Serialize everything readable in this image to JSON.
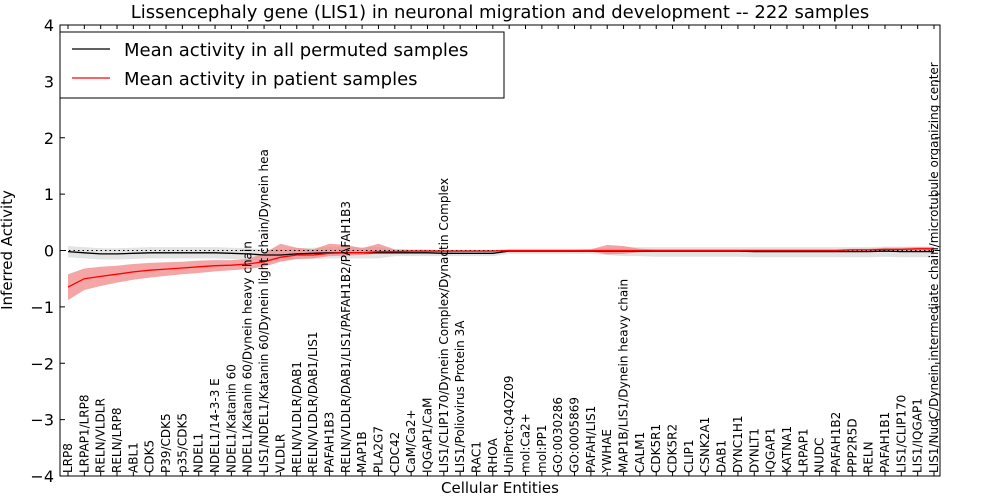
{
  "chart_data": {
    "type": "line",
    "title": "Lissencephaly gene (LIS1) in neuronal migration and development -- 222 samples",
    "xlabel": "Cellular Entities",
    "ylabel": "Inferred Activity",
    "ylim": [
      -4,
      4
    ],
    "yticks": [
      "−4",
      "−3",
      "−2",
      "−1",
      "0",
      "1",
      "2",
      "3",
      "4"
    ],
    "grid": false,
    "legend_position": "top-left",
    "colors": {
      "permuted": "#000000",
      "patient": "#ff0000",
      "permuted_band": "#cccccc",
      "patient_band": "#f08080"
    },
    "categories": [
      "LRP8",
      "LRPAP1/LRP8",
      "RELN/VLDLR",
      "RELN/LRP8",
      "ABL1",
      "CDK5",
      "P39/CDK5",
      "p35/CDK5",
      "NDEL1",
      "NDEL1/14-3-3 E",
      "NDEL1/Katanin 60",
      "NDEL1/Katanin 60/Dynein heavy chain",
      "LIS1/NDEL1/Katanin 60/Dynein light chain/Dynein hea",
      "VLDLR",
      "RELN/VLDLR/DAB1",
      "RELN/VLDLR/DAB1/LIS1",
      "PAFAH1B3",
      "RELN/VLDLR/DAB1/LIS1/PAFAH1B2/PAFAH1B3",
      "MAP1B",
      "PLA2G7",
      "CDC42",
      "CaM/Ca2+",
      "IQGAP1/CaM",
      "LIS1/CLIP170/Dynein Complex/Dynactin Complex",
      "LIS1/Poliovirus Protein 3A",
      "RAC1",
      "RHOA",
      "UniProt:Q4QZ09",
      "mol:Ca2+",
      "mol:PP1",
      "GO:0030286",
      "GO:0005869",
      "PAFAH/LIS1",
      "YWHAE",
      "MAP1B/LIS1/Dynein heavy chain",
      "CALM1",
      "CDK5R1",
      "CDK5R2",
      "CLIP1",
      "CSNK2A1",
      "DAB1",
      "DYNC1H1",
      "DYNLT1",
      "IQGAP1",
      "KATNA1",
      "LRPAP1",
      "NUDC",
      "PAFAH1B2",
      "PPP2R5D",
      "RELN",
      "PAFAH1B1",
      "LIS1/CLIP170",
      "LIS1/IQGAP1",
      "LIS1/NudC/Dynein intermediate chain/microtubule organizing center"
    ],
    "series": [
      {
        "name": "Mean activity in all permuted samples",
        "values": [
          -0.02,
          -0.04,
          -0.06,
          -0.06,
          -0.05,
          -0.04,
          -0.04,
          -0.04,
          -0.04,
          -0.04,
          -0.05,
          -0.06,
          -0.08,
          -0.08,
          -0.06,
          -0.05,
          -0.04,
          -0.04,
          -0.04,
          -0.04,
          -0.04,
          -0.04,
          -0.04,
          -0.05,
          -0.05,
          -0.05,
          -0.05,
          -0.01,
          -0.01,
          -0.01,
          -0.01,
          -0.01,
          -0.01,
          -0.01,
          -0.01,
          -0.01,
          -0.01,
          -0.01,
          -0.01,
          -0.01,
          -0.01,
          -0.01,
          -0.02,
          -0.02,
          -0.02,
          -0.02,
          -0.02,
          -0.02,
          -0.02,
          -0.02,
          -0.01,
          -0.02,
          -0.02,
          -0.02
        ],
        "lower": [
          -0.12,
          -0.14,
          -0.16,
          -0.16,
          -0.15,
          -0.14,
          -0.14,
          -0.14,
          -0.14,
          -0.14,
          -0.15,
          -0.16,
          -0.18,
          -0.18,
          -0.16,
          -0.15,
          -0.14,
          -0.14,
          -0.14,
          -0.14,
          -0.1,
          -0.1,
          -0.1,
          -0.1,
          -0.1,
          -0.1,
          -0.1,
          -0.06,
          -0.06,
          -0.06,
          -0.06,
          -0.06,
          -0.06,
          -0.08,
          -0.1,
          -0.1,
          -0.11,
          -0.11,
          -0.11,
          -0.11,
          -0.11,
          -0.11,
          -0.12,
          -0.12,
          -0.12,
          -0.12,
          -0.12,
          -0.12,
          -0.12,
          -0.12,
          -0.11,
          -0.12,
          -0.12,
          -0.12
        ],
        "upper": [
          0.08,
          0.06,
          0.04,
          0.04,
          0.05,
          0.06,
          0.06,
          0.06,
          0.06,
          0.06,
          0.05,
          0.04,
          0.02,
          0.02,
          0.04,
          0.05,
          0.06,
          0.06,
          0.06,
          0.06,
          0.02,
          0.02,
          0.02,
          0.0,
          0.0,
          0.0,
          0.0,
          0.03,
          0.03,
          0.03,
          0.03,
          0.03,
          0.03,
          0.05,
          0.06,
          0.06,
          0.06,
          0.06,
          0.06,
          0.06,
          0.06,
          0.06,
          0.06,
          0.06,
          0.06,
          0.06,
          0.06,
          0.06,
          0.06,
          0.06,
          0.07,
          0.07,
          0.07,
          0.07
        ]
      },
      {
        "name": "Mean activity in patient samples",
        "values": [
          -0.65,
          -0.5,
          -0.46,
          -0.42,
          -0.38,
          -0.35,
          -0.33,
          -0.31,
          -0.29,
          -0.27,
          -0.26,
          -0.24,
          -0.2,
          -0.12,
          -0.08,
          -0.08,
          -0.05,
          -0.04,
          -0.04,
          -0.02,
          -0.02,
          -0.01,
          -0.01,
          -0.01,
          -0.01,
          -0.01,
          -0.01,
          0.0,
          0.0,
          0.0,
          0.0,
          0.0,
          0.0,
          0.0,
          0.0,
          0.0,
          0.0,
          0.0,
          0.0,
          0.0,
          0.0,
          0.0,
          0.0,
          0.0,
          0.0,
          0.0,
          0.0,
          0.0,
          0.01,
          0.01,
          0.02,
          0.02,
          0.03,
          0.03
        ],
        "lower": [
          -0.88,
          -0.7,
          -0.63,
          -0.57,
          -0.52,
          -0.48,
          -0.45,
          -0.42,
          -0.4,
          -0.37,
          -0.35,
          -0.33,
          -0.29,
          -0.2,
          -0.15,
          -0.14,
          -0.1,
          -0.09,
          -0.08,
          -0.05,
          -0.04,
          -0.03,
          -0.03,
          -0.03,
          -0.02,
          -0.02,
          -0.02,
          -0.01,
          -0.01,
          -0.01,
          -0.01,
          -0.01,
          -0.02,
          -0.07,
          -0.06,
          -0.03,
          -0.02,
          -0.02,
          -0.02,
          -0.02,
          -0.02,
          -0.02,
          -0.02,
          -0.02,
          -0.02,
          -0.02,
          -0.02,
          -0.02,
          -0.01,
          -0.01,
          -0.01,
          -0.01,
          -0.01,
          -0.01
        ],
        "upper": [
          -0.42,
          -0.32,
          -0.29,
          -0.27,
          -0.24,
          -0.22,
          -0.21,
          -0.2,
          -0.18,
          -0.17,
          -0.17,
          -0.15,
          -0.05,
          0.12,
          0.05,
          0.02,
          0.12,
          0.1,
          0.04,
          0.12,
          0.02,
          0.01,
          0.01,
          0.01,
          0.01,
          0.01,
          0.01,
          0.01,
          0.01,
          0.01,
          0.01,
          0.01,
          0.02,
          0.1,
          0.08,
          0.03,
          0.02,
          0.02,
          0.02,
          0.02,
          0.02,
          0.02,
          0.02,
          0.02,
          0.02,
          0.02,
          0.02,
          0.02,
          0.03,
          0.03,
          0.05,
          0.05,
          0.06,
          0.06
        ]
      }
    ],
    "baseline": 0
  }
}
